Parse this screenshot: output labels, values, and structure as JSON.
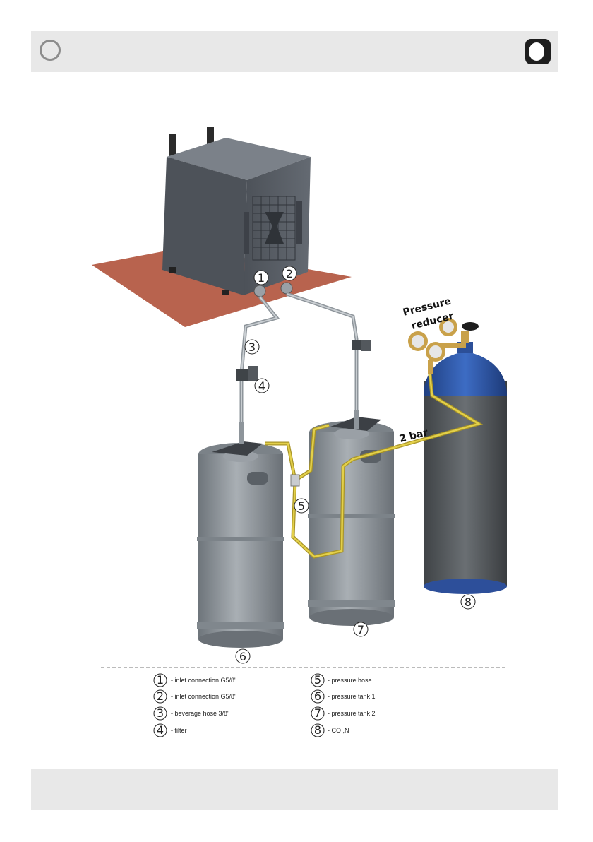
{
  "annotations": {
    "pressure_reducer_line1": "Pressure",
    "pressure_reducer_line2": "reducer",
    "pressure_value": "2 bar"
  },
  "callouts": [
    "1",
    "2",
    "3",
    "4",
    "5",
    "6",
    "7",
    "8"
  ],
  "legend": [
    {
      "num": "1",
      "text": "- inlet connection G5/8\""
    },
    {
      "num": "2",
      "text": "- inlet connection G5/8\""
    },
    {
      "num": "3",
      "text": "- beverage hose 3/8\""
    },
    {
      "num": "4",
      "text": "- filter"
    },
    {
      "num": "5",
      "text": "- pressure hose"
    },
    {
      "num": "6",
      "text": "- pressure tank 1"
    },
    {
      "num": "7",
      "text": "- pressure tank 2"
    },
    {
      "num": "8",
      "text": "- CO ,N"
    }
  ],
  "colors": {
    "header_bar": "#e8e8e8",
    "cooler_body": "#5a6068",
    "mat": "#b8634e",
    "keg": "#8f969c",
    "gas_bottle": "#55595d",
    "gas_bottle_top": "#2f59a8",
    "pressure_hose": "#d8c23a",
    "valve_brass": "#c9a14a"
  }
}
